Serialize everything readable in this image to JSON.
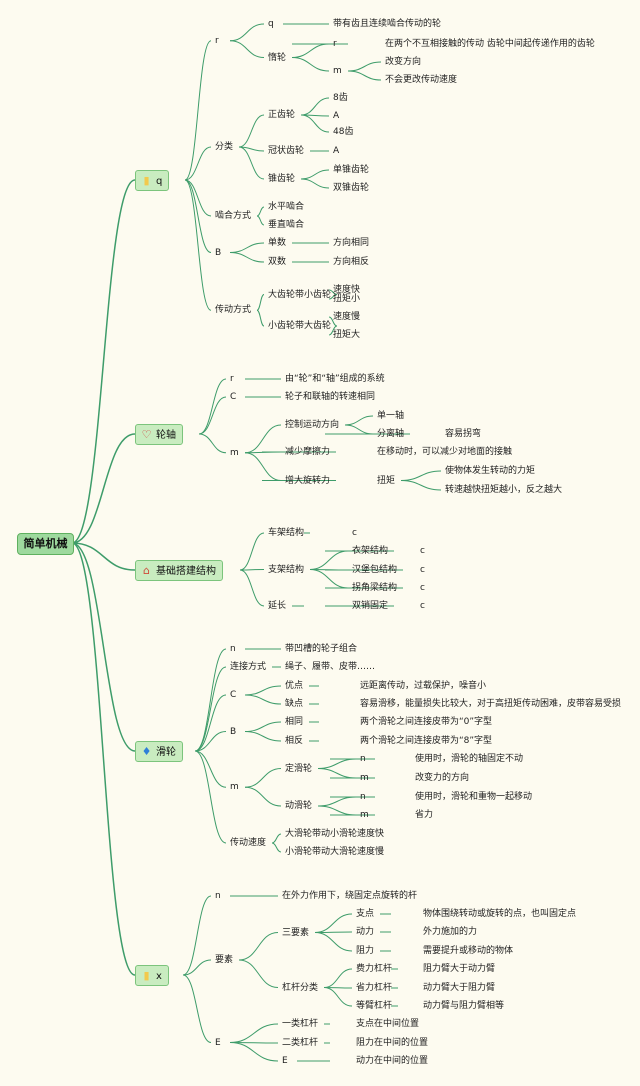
{
  "root": "简单机械",
  "topics": [
    {
      "id": "t1",
      "label": "q",
      "icon": "document-icon",
      "icon_char": "▮",
      "icon_color": "#f2c94c",
      "children": [
        {
          "label": "r",
          "children": [
            {
              "label": "q",
              "children": [
                {
                  "label": "带有齿且连续啮合传动的轮"
                }
              ]
            },
            {
              "label": "惰轮",
              "children": [
                {
                  "label": "r",
                  "children": [
                    {
                      "label": "在两个不互相接触的传动 齿轮中间起传递作用的齿轮"
                    }
                  ]
                },
                {
                  "label": "m",
                  "children": [
                    {
                      "label": "改变方向"
                    },
                    {
                      "label": "不会更改传动速度"
                    }
                  ]
                }
              ]
            }
          ]
        },
        {
          "label": "分类",
          "children": [
            {
              "label": "正齿轮",
              "children": [
                {
                  "label": "8齿"
                },
                {
                  "label": "A"
                },
                {
                  "label": "48齿"
                }
              ]
            },
            {
              "label": "冠状齿轮",
              "children": [
                {
                  "label": "A"
                }
              ]
            },
            {
              "label": "锥齿轮",
              "children": [
                {
                  "label": "单锥齿轮"
                },
                {
                  "label": "双锥齿轮"
                }
              ]
            }
          ]
        },
        {
          "label": "啮合方式",
          "children": [
            {
              "label": "水平啮合"
            },
            {
              "label": "垂直啮合"
            }
          ]
        },
        {
          "label": "B",
          "children": [
            {
              "label": "单数",
              "children": [
                {
                  "label": "方向相同"
                }
              ]
            },
            {
              "label": "双数",
              "children": [
                {
                  "label": "方向相反"
                }
              ]
            }
          ]
        },
        {
          "label": "传动方式",
          "children": [
            {
              "label": "大齿轮带小齿轮",
              "children": [
                {
                  "label": "速度快"
                },
                {
                  "label": "扭矩小"
                }
              ]
            },
            {
              "label": "小齿轮带大齿轮",
              "children": [
                {
                  "label": "速度慢"
                },
                {
                  "label": "扭矩大"
                }
              ]
            }
          ]
        }
      ]
    },
    {
      "id": "t2",
      "label": "轮轴",
      "icon": "heart-icon",
      "icon_char": "♡",
      "icon_color": "#d23a3a",
      "children": [
        {
          "label": "r",
          "children": [
            {
              "label": "由“轮”和“轴”组成的系统"
            }
          ]
        },
        {
          "label": "C",
          "children": [
            {
              "label": "轮子和联轴的转速相同"
            }
          ]
        },
        {
          "label": "m",
          "children": [
            {
              "label": "控制运动方向",
              "children": [
                {
                  "label": "单一轴"
                },
                {
                  "label": "分离轴",
                  "children": [
                    {
                      "label": "容易拐弯"
                    }
                  ]
                }
              ]
            },
            {
              "label": "减少摩擦力",
              "children": [
                {
                  "label": "在移动时，可以减少对地面的接触"
                }
              ]
            },
            {
              "label": "增大旋转力",
              "children": [
                {
                  "label": "扭矩",
                  "children": [
                    {
                      "label": "使物体发生转动的力矩"
                    },
                    {
                      "label": "转速越快扭矩越小，反之越大"
                    }
                  ]
                }
              ]
            }
          ]
        }
      ]
    },
    {
      "id": "t3",
      "label": "基础搭建结构",
      "icon": "home-icon",
      "icon_char": "⌂",
      "icon_color": "#d04a3a",
      "children": [
        {
          "label": "车架结构",
          "children": [
            {
              "label": "c"
            }
          ]
        },
        {
          "label": "支架结构",
          "children": [
            {
              "label": "衣架结构",
              "children": [
                {
                  "label": "c"
                }
              ]
            },
            {
              "label": "汉堡包结构",
              "children": [
                {
                  "label": "c"
                }
              ]
            },
            {
              "label": "拐角梁结构",
              "children": [
                {
                  "label": "c"
                }
              ]
            }
          ]
        },
        {
          "label": "延长",
          "children": [
            {
              "label": "双销固定",
              "children": [
                {
                  "label": "c"
                }
              ]
            }
          ]
        }
      ]
    },
    {
      "id": "t4",
      "label": "滑轮",
      "icon": "flame-icon",
      "icon_char": "♦",
      "icon_color": "#2f7fd8",
      "children": [
        {
          "label": "n",
          "children": [
            {
              "label": "带凹槽的轮子组合"
            }
          ]
        },
        {
          "label": "连接方式",
          "children": [
            {
              "label": "绳子、履带、皮带……"
            }
          ]
        },
        {
          "label": "C",
          "children": [
            {
              "label": "优点",
              "children": [
                {
                  "label": "远距离传动，过载保护，噪音小"
                }
              ]
            },
            {
              "label": "缺点",
              "children": [
                {
                  "label": "容易滑移，能量损失比较大，对于高扭矩传动困难，皮带容易受损"
                }
              ]
            }
          ]
        },
        {
          "label": "B",
          "children": [
            {
              "label": "相同",
              "children": [
                {
                  "label": "两个滑轮之间连接皮带为“0”字型"
                }
              ]
            },
            {
              "label": "相反",
              "children": [
                {
                  "label": "两个滑轮之间连接皮带为“8”字型"
                }
              ]
            }
          ]
        },
        {
          "label": "m",
          "children": [
            {
              "label": "定滑轮",
              "children": [
                {
                  "label": "n",
                  "children": [
                    {
                      "label": "使用时，滑轮的轴固定不动"
                    }
                  ]
                },
                {
                  "label": "m",
                  "children": [
                    {
                      "label": "改变力的方向"
                    }
                  ]
                }
              ]
            },
            {
              "label": "动滑轮",
              "children": [
                {
                  "label": "n",
                  "children": [
                    {
                      "label": "使用时，滑轮和重物一起移动"
                    }
                  ]
                },
                {
                  "label": "m",
                  "children": [
                    {
                      "label": "省力"
                    }
                  ]
                }
              ]
            }
          ]
        },
        {
          "label": "传动速度",
          "children": [
            {
              "label": "大滑轮带动小滑轮速度快"
            },
            {
              "label": "小滑轮带动大滑轮速度慢"
            }
          ]
        }
      ]
    },
    {
      "id": "t5",
      "label": "x",
      "icon": "document-icon",
      "icon_char": "▮",
      "icon_color": "#f2c94c",
      "children": [
        {
          "label": "n",
          "children": [
            {
              "label": "在外力作用下，绕固定点旋转的杆"
            }
          ]
        },
        {
          "label": "要素",
          "children": [
            {
              "label": "三要素",
              "children": [
                {
                  "label": "支点",
                  "children": [
                    {
                      "label": "物体围绕转动或旋转的点，也叫固定点"
                    }
                  ]
                },
                {
                  "label": "动力",
                  "children": [
                    {
                      "label": "外力施加的力"
                    }
                  ]
                },
                {
                  "label": "阻力",
                  "children": [
                    {
                      "label": "需要提升或移动的物体"
                    }
                  ]
                }
              ]
            },
            {
              "label": "杠杆分类",
              "children": [
                {
                  "label": "费力杠杆",
                  "children": [
                    {
                      "label": "阻力臂大于动力臂"
                    }
                  ]
                },
                {
                  "label": "省力杠杆",
                  "children": [
                    {
                      "label": "动力臂大于阻力臂"
                    }
                  ]
                },
                {
                  "label": "等臂杠杆",
                  "children": [
                    {
                      "label": "动力臂与阻力臂相等"
                    }
                  ]
                }
              ]
            }
          ]
        },
        {
          "label": "E",
          "children": [
            {
              "label": "一类杠杆",
              "children": [
                {
                  "label": "支点在中间位置"
                }
              ]
            },
            {
              "label": "二类杠杆",
              "children": [
                {
                  "label": "阻力在中间的位置"
                }
              ]
            },
            {
              "label": "E",
              "children": [
                {
                  "label": "动力在中间的位置"
                }
              ]
            }
          ]
        }
      ]
    }
  ],
  "colors": {
    "line": "#3e9c6a",
    "topic_fill": "#c9ecc0",
    "root_fill": "#9ed99e"
  }
}
